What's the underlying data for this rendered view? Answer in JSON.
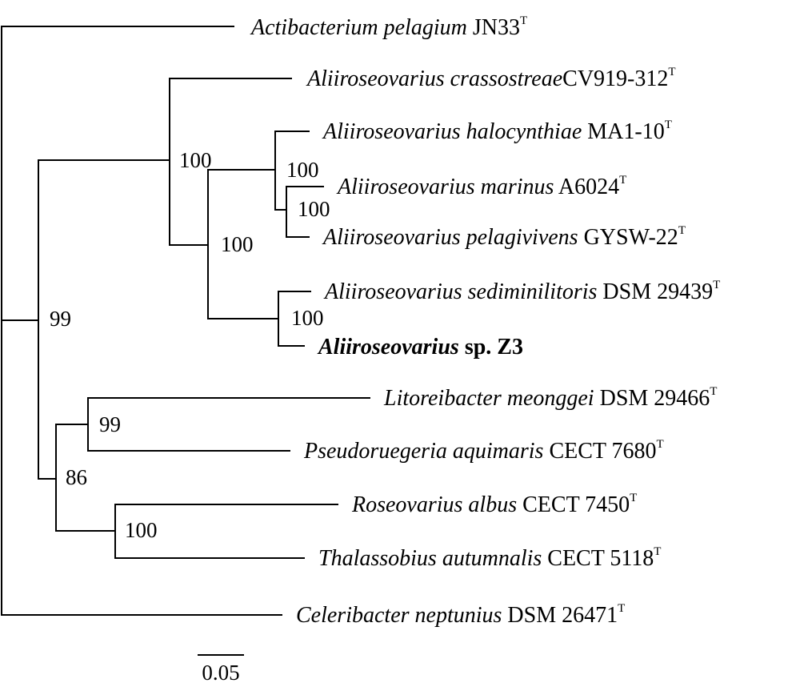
{
  "taxa": {
    "t1": {
      "species": "Actibacterium pelagium",
      "strain": "JN33",
      "type_mark": "T"
    },
    "t2": {
      "species": "Aliiroseovarius crassostreae",
      "strain": "CV919-312",
      "type_mark": "T"
    },
    "t3": {
      "species": "Aliiroseovarius halocynthiae",
      "strain": "MA1-10",
      "type_mark": "T"
    },
    "t4": {
      "species": "Aliiroseovarius marinus",
      "strain": "A6024",
      "type_mark": "T"
    },
    "t5": {
      "species": "Aliiroseovarius pelagivivens",
      "strain": "GYSW-22",
      "type_mark": "T"
    },
    "t6": {
      "species": "Aliiroseovarius sediminilitoris",
      "strain": "DSM 29439",
      "type_mark": "T"
    },
    "t7": {
      "species": "Aliiroseovarius",
      "strain": "sp. Z3",
      "type_mark": ""
    },
    "t8": {
      "species": "Litoreibacter meonggei",
      "strain": "DSM 29466",
      "type_mark": "T"
    },
    "t9": {
      "species": "Pseudoruegeria aquimaris",
      "strain": "CECT 7680",
      "type_mark": "T"
    },
    "t10": {
      "species": "Roseovarius albus",
      "strain": "CECT 7450",
      "type_mark": "T"
    },
    "t11": {
      "species": "Thalassobius autumnalis",
      "strain": "CECT 5118",
      "type_mark": "T"
    },
    "t12": {
      "species": "Celeribacter neptunius",
      "strain": "DSM 26471",
      "type_mark": "T"
    }
  },
  "bootstrap": {
    "aliiroseovarius_clade": "100",
    "crass_sister": "100",
    "halo_group": "100",
    "marinus_pelagivivens": "100",
    "sedim_z3": "100",
    "ingroup": "99",
    "lito_pseudo": "99",
    "lower_clade": "86",
    "roseo_thalasso": "100"
  },
  "scale_bar": {
    "label": "0.05",
    "value": 0.05
  }
}
